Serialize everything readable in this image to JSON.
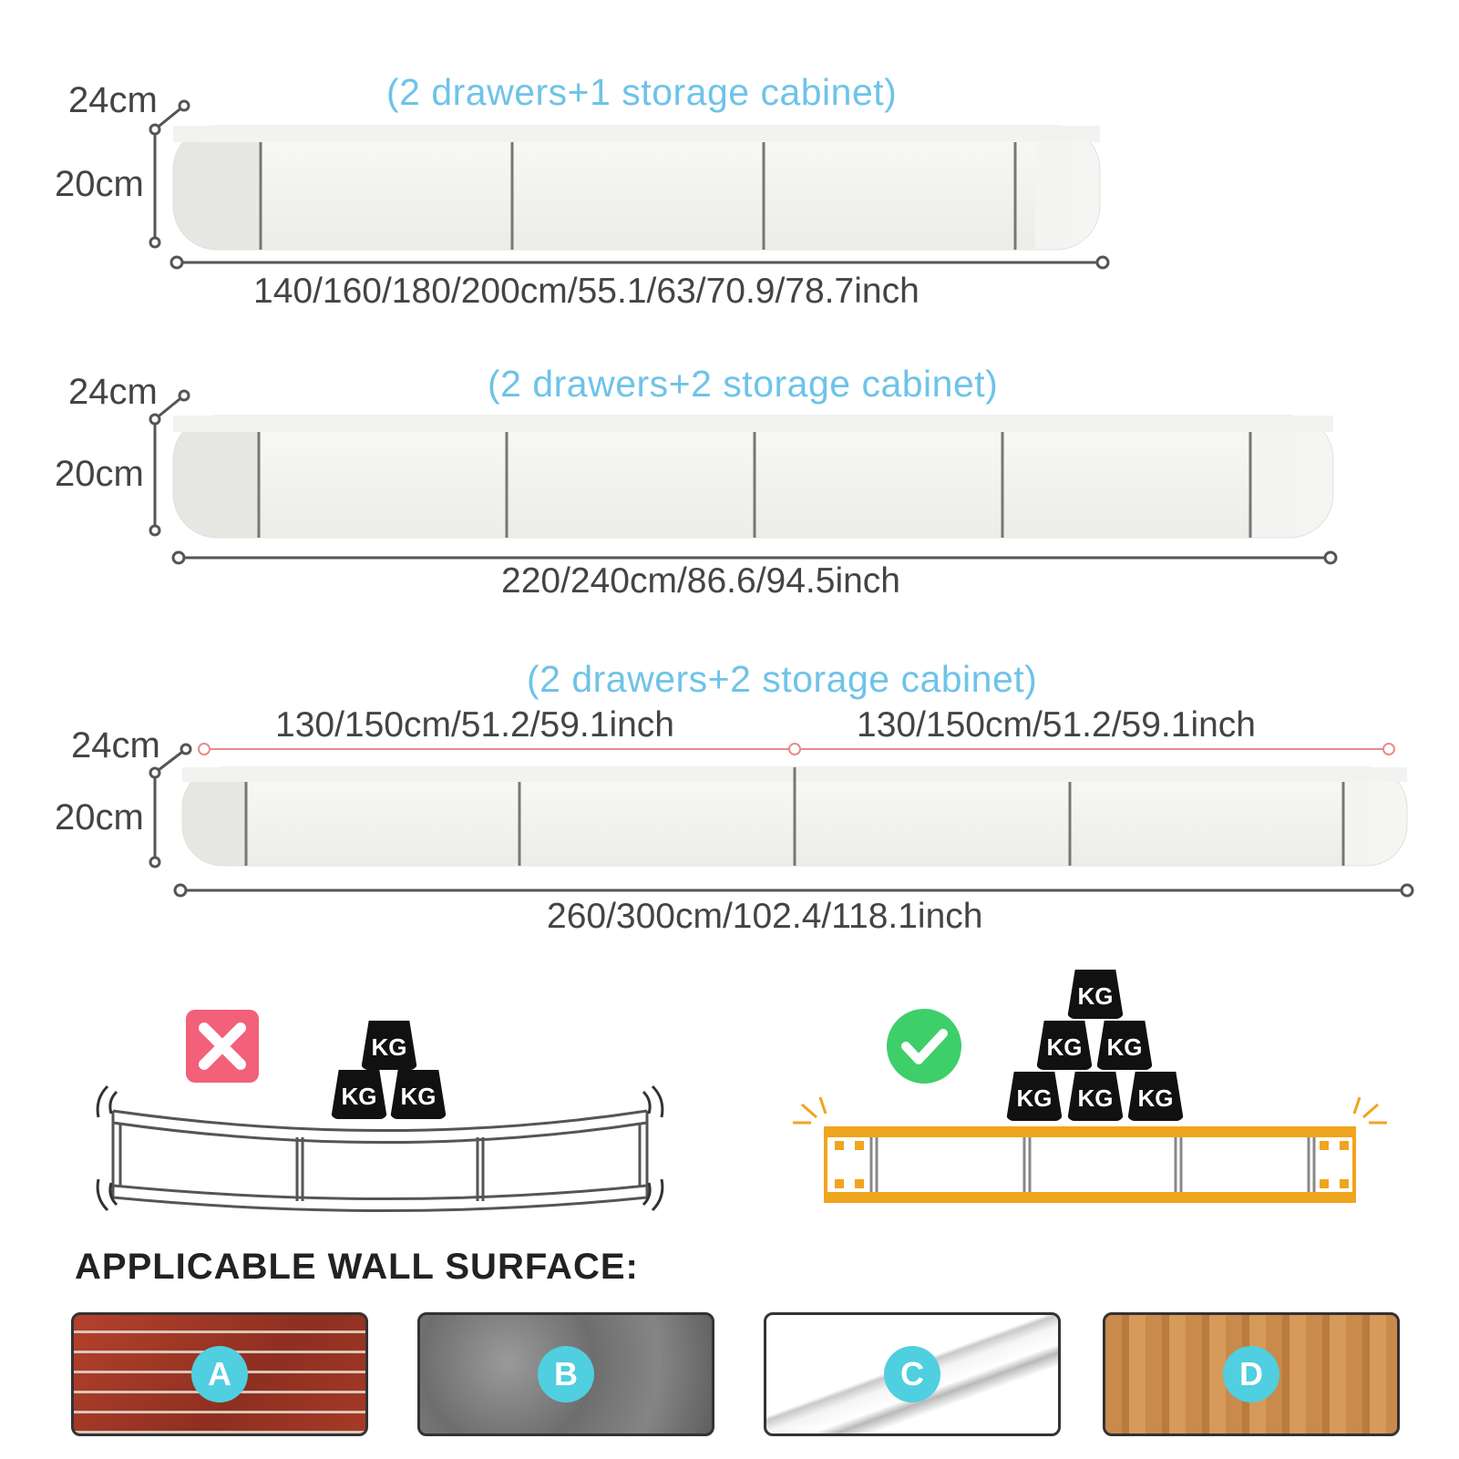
{
  "rows": [
    {
      "caption": "(2 drawers+1 storage cabinet)",
      "depth_label": "24cm",
      "height_label": "20cm",
      "width_label": "140/160/180/200cm/55.1/63/70.9/78.7inch"
    },
    {
      "caption": "(2 drawers+2 storage cabinet)",
      "depth_label": "24cm",
      "height_label": "20cm",
      "width_label": "220/240cm/86.6/94.5inch"
    },
    {
      "caption": "(2 drawers+2 storage cabinet)",
      "depth_label": "24cm",
      "height_label": "20cm",
      "segment_left_label": "130/150cm/51.2/59.1inch",
      "segment_right_label": "130/150cm/51.2/59.1inch",
      "width_label": "260/300cm/102.4/118.1inch"
    }
  ],
  "load": {
    "kg_label": "KG",
    "wrong_icon": "x-icon",
    "right_icon": "check-icon",
    "wrong_color": "#f2607a",
    "right_color": "#3ecf6a",
    "frame_color": "#f0a51e"
  },
  "walls": {
    "title": "APPLICABLE WALL SURFACE:",
    "items": [
      {
        "letter": "A",
        "surface": "brick"
      },
      {
        "letter": "B",
        "surface": "concrete"
      },
      {
        "letter": "C",
        "surface": "marble"
      },
      {
        "letter": "D",
        "surface": "wood"
      }
    ],
    "badge_color": "#4fcfe0"
  }
}
